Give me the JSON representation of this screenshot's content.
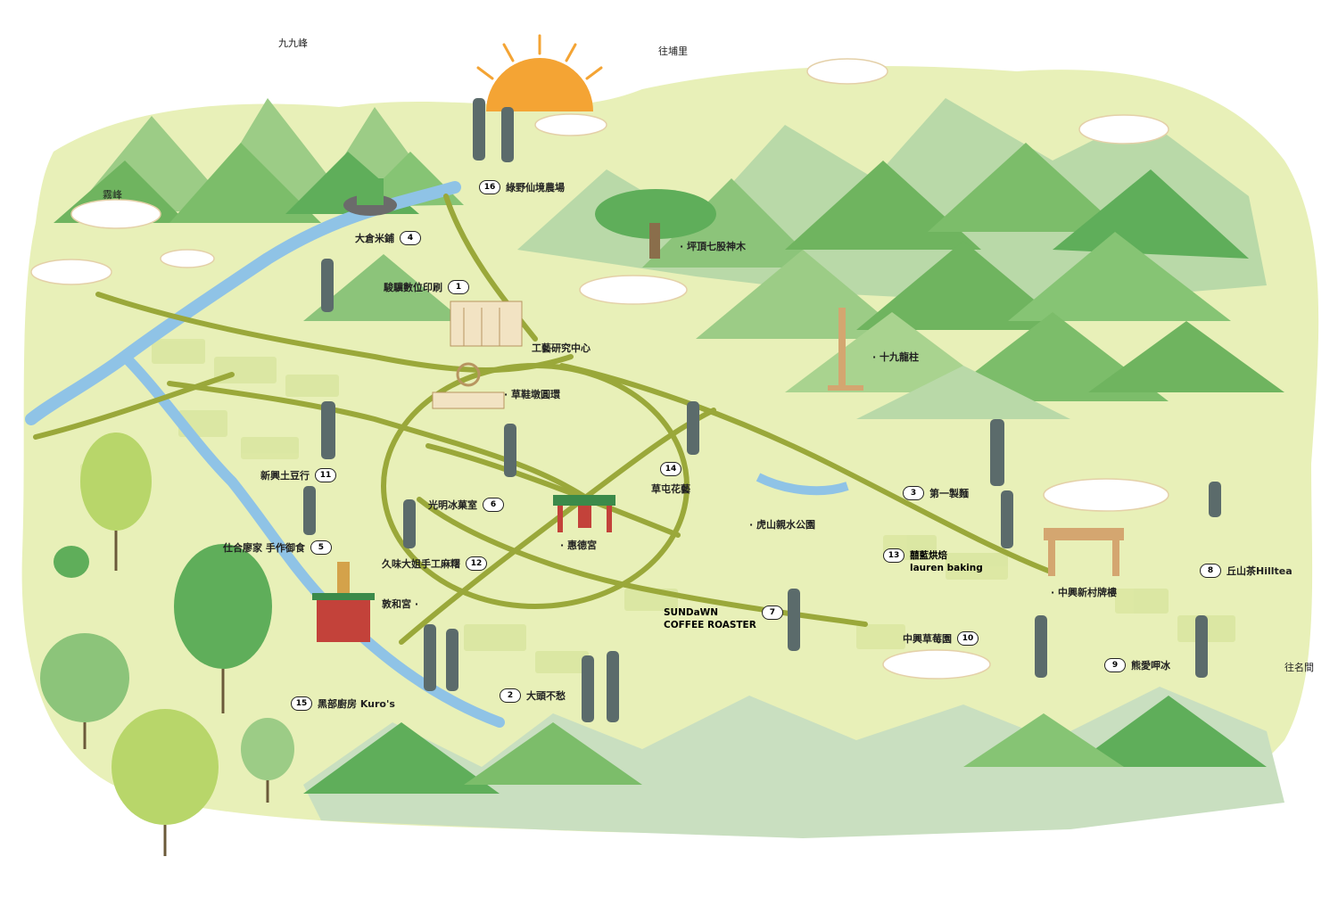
{
  "colors": {
    "land": "#e6efb4",
    "land_dark": "#d6e49a",
    "mountain_light": "#b9d9a8",
    "mountain_mid": "#8cc47a",
    "mountain_dark": "#5fae5a",
    "river": "#8fc3e6",
    "road": "#9aa83a",
    "sun": "#f4a434",
    "tree": "#b8d66a",
    "tree_dark": "#7db24a",
    "cloud": "#ffffff"
  },
  "directions": {
    "north_west": "九九峰",
    "north_east": "往埔里",
    "west": "霧峰",
    "east": "往名間"
  },
  "landmarks": [
    {
      "id": "craft-center",
      "label": "工藝研究中心"
    },
    {
      "id": "roundabout",
      "label": "· 草鞋墩圓環"
    },
    {
      "id": "pingding-tree",
      "label": "· 坪頂七股神木"
    },
    {
      "id": "dragon-pillar",
      "label": "· 十九龍柱"
    },
    {
      "id": "huide-temple",
      "label": "· 惠德宮"
    },
    {
      "id": "hushan-park",
      "label": "· 虎山親水公園"
    },
    {
      "id": "zhongxing-arch",
      "label": "· 中興新村牌樓"
    },
    {
      "id": "dunhe-temple",
      "label": "敦和宮 ·"
    }
  ],
  "pois": [
    {
      "num": "1",
      "name": "駿驥數位印刷"
    },
    {
      "num": "2",
      "name": "大頭不愁"
    },
    {
      "num": "3",
      "name": "第一製麵"
    },
    {
      "num": "4",
      "name": "大倉米鋪"
    },
    {
      "num": "5",
      "name": "仕合廖家 手作御食"
    },
    {
      "num": "6",
      "name": "光明冰菓室"
    },
    {
      "num": "7",
      "name": "SUNDaWN",
      "name2": "COFFEE ROASTER"
    },
    {
      "num": "8",
      "name": "丘山茶Hilltea"
    },
    {
      "num": "9",
      "name": "熊愛呷冰"
    },
    {
      "num": "10",
      "name": "中興草莓園"
    },
    {
      "num": "11",
      "name": "新興土豆行"
    },
    {
      "num": "12",
      "name": "久味大姐手工麻糬"
    },
    {
      "num": "13",
      "name": "囍藍烘焙",
      "name2": "lauren baking"
    },
    {
      "num": "14",
      "name": "草屯花藝"
    },
    {
      "num": "15",
      "name": "黑部廚房 Kuro's"
    },
    {
      "num": "16",
      "name": "綠野仙境農場"
    }
  ]
}
